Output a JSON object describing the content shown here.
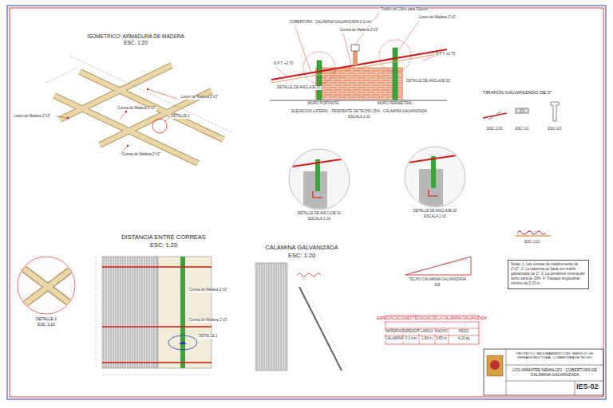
{
  "diagram": {
    "nodes": [
      {
        "text": [
          "Notas: 1. Las correas de madera serán de 2\"x3\". 2. La calamina se fijará con tirafón galvanizado de 2\". 3. La pendiente mínima del techo será de 15%. 4. Traslape longitudinal mínimo de 0.15 m."
        ]
      },
      {
        "text": [
          "PROYECTO: MEJORAMIENTO DEL SERVICIO DE INFRAESTRUCTURA - COBERTURA DE TECHO",
          "LOS ARMATRE NEMALIZO - COBERTURA DE CALAMINA GALVANIZADA",
          "IES-02"
        ]
      }
    ],
    "edges": [],
    "labels": [
      "ISOMETRICO: ARMADURA DE MADERA",
      "ESC: 1:20",
      "Listón de Madera 2\"x3\"",
      "Correa de Madera 2\"x3\"",
      "Listón de Madera 2\"x3\"",
      "Correa de Madera 2\"x3\"",
      "DETALLE 1",
      "COBERTURA - CALAMINA GALVANIZADA 0.3 mm",
      "Correa de Madera 2\"x3\"",
      "Tirafón de Clavo para Fijación",
      "Listón de Madera 2\"x3\"",
      "N.P.T. +2.70",
      "N.P.T. +2.75",
      "MURO PORTANTE",
      "MURO PERIMETRAL",
      "DETALLE DE ANCLAJE 01",
      "DETALLE DE ANCLAJE 02",
      "ELEVACION LATERAL - PENDIENTE DE TECHO 15% - CALAMINA GALVANIZADA",
      "ESCALA 1:10",
      "TIRAFON GALVANIZADO DE 2\"",
      "ESC 1/10",
      "ESC 1/2",
      "ESC 1/2",
      "DETALLE DE ANCLAJE 01",
      "ESCALA 1:10",
      "DETALLE DE ANCLAJE 02",
      "ESCALA 1:10",
      "DISTANCIA ENTRE CORREAS",
      "ESC: 1:20",
      "CALAMINA GALVANIZADA",
      "ESC: 1:20",
      "DETALLE 1",
      "ESC 1/10",
      "TECHO CALAMINA GALVANIZADA",
      "S/E",
      "ESC 1/10",
      "Correa de Madera 2\"x3\"",
      "Correa de Madera 2\"x3\"",
      "DETALLE 1",
      "ESPECIFICACIONES TÉCNICAS DE LA CALAMINA GALVANIZADA",
      "MATERIAL",
      "ESPESOR",
      "LARGO",
      "ANCHO",
      "PESO",
      "CALAMINA",
      "0.3 mm",
      "1.80 m",
      "0.83 m",
      "4.10 kg"
    ]
  }
}
